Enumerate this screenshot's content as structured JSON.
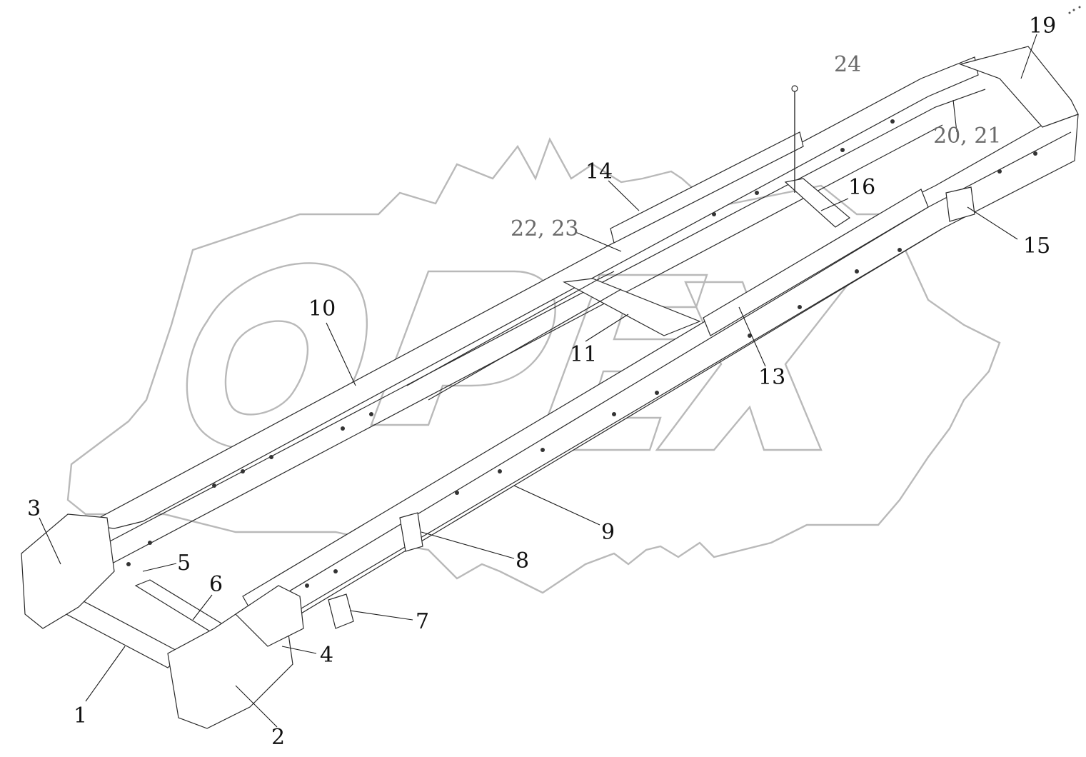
{
  "watermark": {
    "text": "OPEX"
  },
  "colors": {
    "watermark": "#b9b9b9",
    "line": "#2a2a2a",
    "text": "#111111",
    "label_light": "#6a6a6a"
  },
  "callouts": [
    {
      "id": "c1",
      "text": "1"
    },
    {
      "id": "c2",
      "text": "2"
    },
    {
      "id": "c3",
      "text": "3"
    },
    {
      "id": "c4",
      "text": "4"
    },
    {
      "id": "c5",
      "text": "5"
    },
    {
      "id": "c6",
      "text": "6"
    },
    {
      "id": "c7",
      "text": "7"
    },
    {
      "id": "c8",
      "text": "8"
    },
    {
      "id": "c9",
      "text": "9"
    },
    {
      "id": "c10",
      "text": "10"
    },
    {
      "id": "c11",
      "text": "11"
    },
    {
      "id": "c13",
      "text": "13"
    },
    {
      "id": "c14",
      "text": "14"
    },
    {
      "id": "c15",
      "text": "15"
    },
    {
      "id": "c16",
      "text": "16"
    },
    {
      "id": "c19",
      "text": "19"
    },
    {
      "id": "c2021",
      "text": "20, 21"
    },
    {
      "id": "c2223",
      "text": "22, 23"
    },
    {
      "id": "c24",
      "text": "24"
    }
  ]
}
